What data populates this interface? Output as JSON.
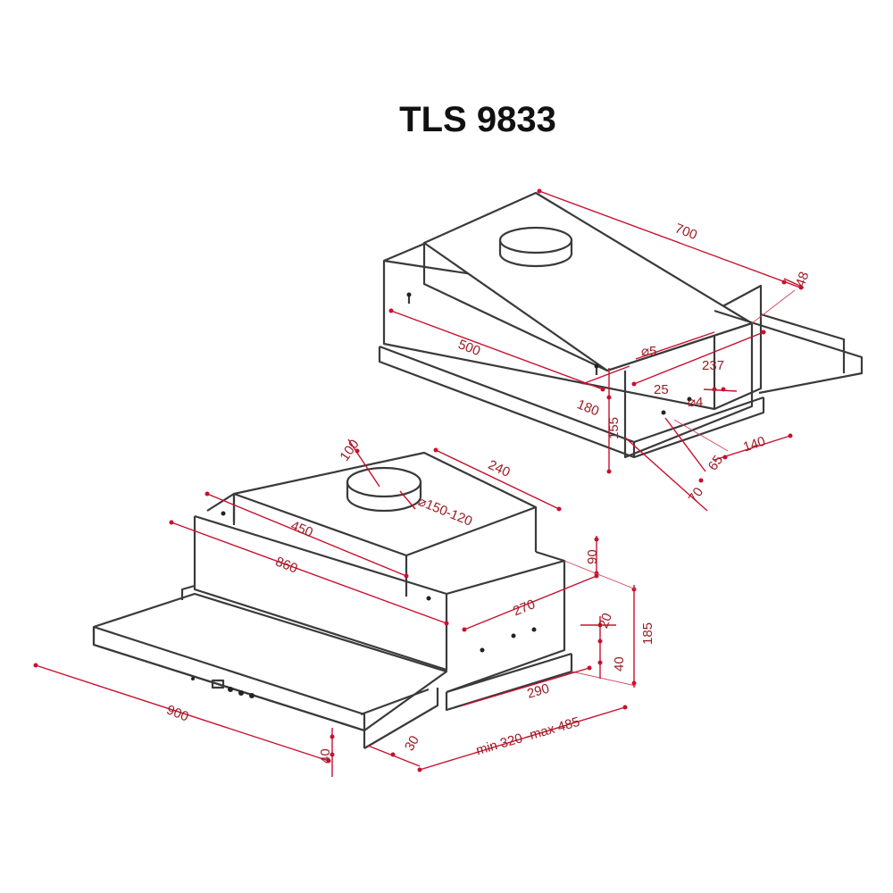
{
  "title": "TLS 9833",
  "dims_top": {
    "d700": "700",
    "d48": "48",
    "d500": "500",
    "d5": "⌀5",
    "d237": "237",
    "d25": "25",
    "d4": "⌀4",
    "d180": "180",
    "d155": "155",
    "d140": "140",
    "d65": "65",
    "d70": "70"
  },
  "dims_bottom": {
    "d100": "100",
    "d240": "240",
    "d150": "⌀150-120",
    "d450": "450",
    "d860": "860",
    "d90": "90",
    "d270": "270",
    "d185": "185",
    "d20": "20",
    "d40r": "40",
    "d290": "290",
    "dminmax": "min 320 -max 485",
    "d900": "900",
    "d40l": "40",
    "d30": "30"
  },
  "colors": {
    "dimension": "#c8102e",
    "outline": "#3a3a3a",
    "title": "#111111"
  }
}
